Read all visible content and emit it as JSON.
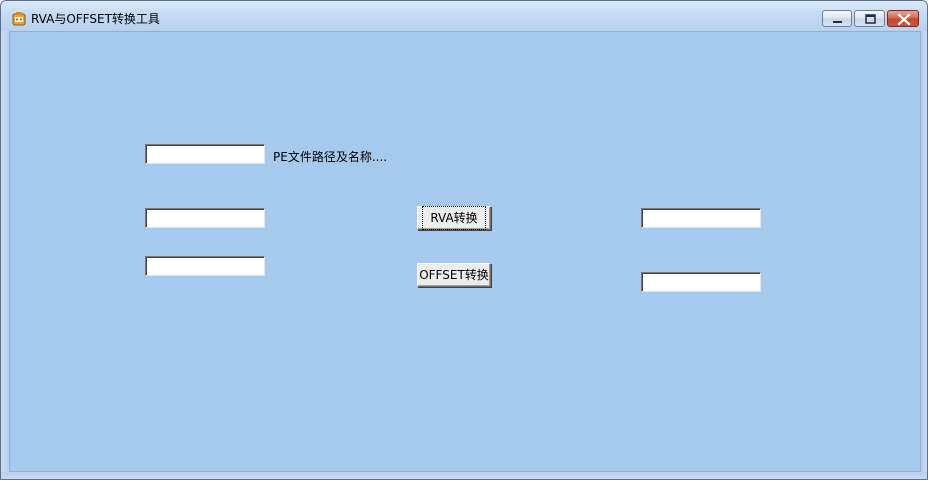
{
  "window": {
    "title": "RVA与OFFSET转换工具",
    "icon": "app-icon",
    "controls": [
      "minimize-icon",
      "maximize-icon",
      "close-icon"
    ]
  },
  "form": {
    "pe_path_value": "",
    "pe_path_label": "PE文件路径及名称....",
    "rva_input_value": "",
    "offset_input_value": "",
    "rva_button_label": "RVA转换",
    "offset_button_label": "OFFSET转换",
    "rva_result_value": "",
    "offset_result_value": ""
  },
  "colors": {
    "client_background": "#a6c9ee",
    "title_bar": "#c5dbf2",
    "close_button": "#c24830"
  }
}
